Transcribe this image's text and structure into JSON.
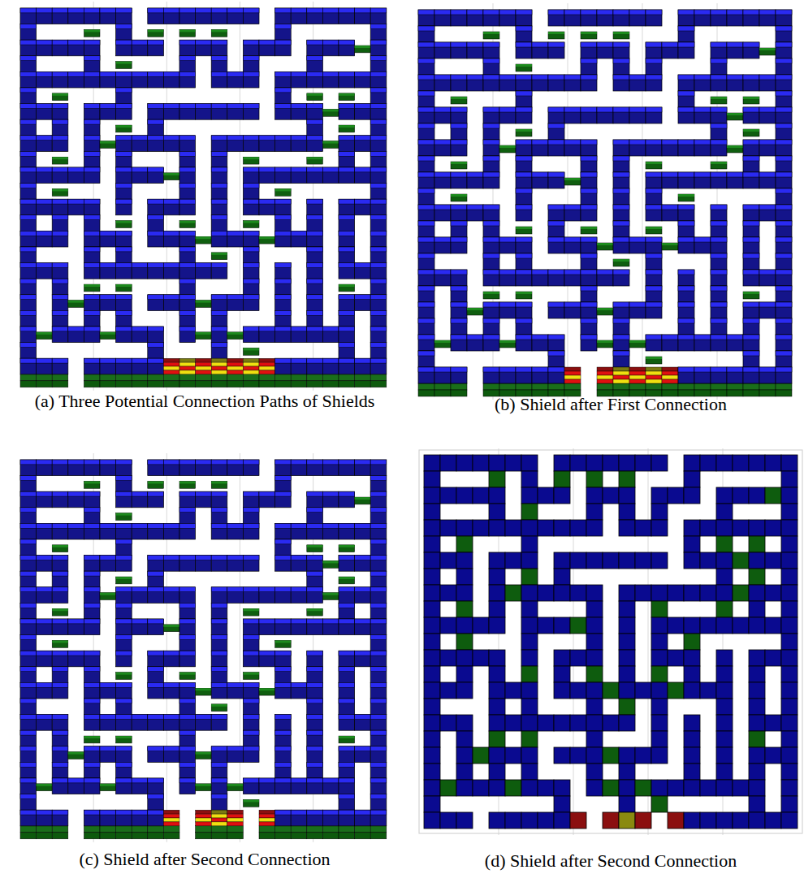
{
  "diagram": {
    "labels": [
      "(a) Three Potential Connection Paths of Shields",
      "(b) Shield after First Connection",
      "(c) Shield after Second Connection",
      "(d) Shield after Second Connection"
    ]
  }
}
